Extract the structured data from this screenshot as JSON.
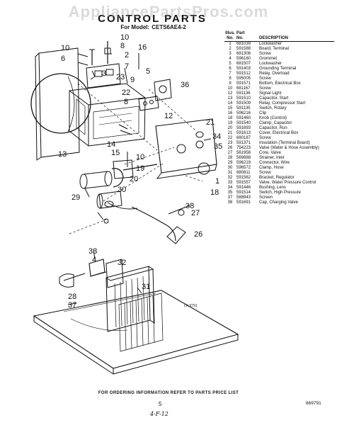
{
  "watermark": "AppliancePartsPros.com",
  "title": "CONTROL PARTS",
  "model_label": "For Model:",
  "model": "CETS6AE4-2",
  "table": {
    "headers": {
      "illus": "Illus.\nNo.",
      "part": "Part\nNo.",
      "desc": "DESCRIPTION"
    },
    "rows": [
      {
        "n": "1",
        "p": "681039",
        "d": "Lockwasher"
      },
      {
        "n": "2",
        "p": "591588",
        "d": "Board, Terminal"
      },
      {
        "n": "3",
        "p": "681308",
        "d": "Screw"
      },
      {
        "n": "4",
        "p": "596160",
        "d": "Grommet"
      },
      {
        "n": "5",
        "p": "681507",
        "d": "Lockwasher"
      },
      {
        "n": "6",
        "p": "591403",
        "d": "Grounding Terminal"
      },
      {
        "n": "7",
        "p": "591512",
        "d": "Relay, Overload"
      },
      {
        "n": "8",
        "p": "595005",
        "d": "Screw"
      },
      {
        "n": "9",
        "p": "591571",
        "d": "Bottom, Electrical Box"
      },
      {
        "n": "10",
        "p": "681167",
        "d": "Screw"
      },
      {
        "n": "12",
        "p": "591136",
        "d": "Signal Light"
      },
      {
        "n": "13",
        "p": "591510",
        "d": "Capacitor, Start"
      },
      {
        "n": "14",
        "p": "591509",
        "d": "Relay, Compressor Start"
      },
      {
        "n": "15",
        "p": "591135",
        "d": "Switch, Rotary"
      },
      {
        "n": "16",
        "p": "596216",
        "d": "Clip"
      },
      {
        "n": "18",
        "p": "591460",
        "d": "Knob (Control)"
      },
      {
        "n": "19",
        "p": "591540",
        "d": "Clamp, Capacitor"
      },
      {
        "n": "20",
        "p": "591693",
        "d": "Capacitor, Run"
      },
      {
        "n": "21",
        "p": "591613",
        "d": "Cover, Electrical Box"
      },
      {
        "n": "22",
        "p": "680187",
        "d": "Screw"
      },
      {
        "n": "23",
        "p": "591371",
        "d": "Insulation (Terminal Board)"
      },
      {
        "n": "26",
        "p": "754223",
        "d": "Valve (Water & Hose Assembly)"
      },
      {
        "n": "27",
        "p": "561958",
        "d": "Core, Valve"
      },
      {
        "n": "28",
        "p": "569888",
        "d": "Strainer, Inlet"
      },
      {
        "n": "29",
        "p": "596219",
        "d": "Connector, Wire"
      },
      {
        "n": "30",
        "p": "596572",
        "d": "Clamp, Hose"
      },
      {
        "n": "31",
        "p": "680811",
        "d": "Screw"
      },
      {
        "n": "32",
        "p": "591562",
        "d": "Bracket, Regulator"
      },
      {
        "n": "33",
        "p": "591557",
        "d": "Valve, Water Pressure Control"
      },
      {
        "n": "34",
        "p": "591446",
        "d": "Bushing, Lens"
      },
      {
        "n": "35",
        "p": "591514",
        "d": "Switch, High Pressure"
      },
      {
        "n": "37",
        "p": "588943",
        "d": "Screen"
      },
      {
        "n": "38",
        "p": "591691",
        "d": "Cap, Charging Valve"
      }
    ]
  },
  "callouts": {
    "c10a": "10",
    "c10b": "10",
    "c10c": "10",
    "c8a": "8",
    "c8b": "8",
    "c2": "2",
    "c16": "16",
    "c6": "6",
    "c7": "7",
    "c3": "3",
    "c23": "23",
    "c5": "5",
    "c9": "9",
    "c22": "22",
    "c36": "36",
    "c12": "12",
    "c14": "14",
    "c15": "15",
    "c13": "13",
    "c19": "19",
    "c21": "21",
    "c34": "34",
    "c20": "20",
    "c29": "29",
    "c30": "30",
    "c1": "1",
    "c18": "18",
    "c38": "38",
    "c27": "27",
    "c26": "26",
    "c33": "33",
    "c4": "4",
    "c32": "32",
    "c35": "35",
    "c28": "28",
    "c37": "37",
    "c31": "31"
  },
  "diagram_code": "LK 9791",
  "footer": "FOR ORDERING INFORMATION REFER TO PARTS PRICE LIST",
  "page_number": "5",
  "doc_number": "869791",
  "date": "4-F-12"
}
